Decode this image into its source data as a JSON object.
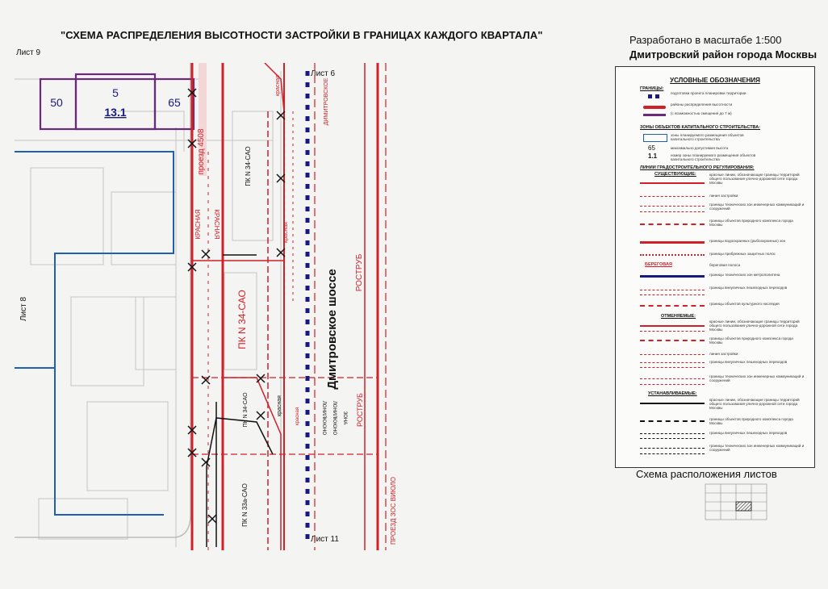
{
  "header": {
    "title": "\"СХЕМА РАСПРЕДЕЛЕНИЯ ВЫСОТНОСТИ ЗАСТРОЙКИ В ГРАНИЦАХ КАЖДОГО КВАРТАЛА\"",
    "scale_note": "Разработано в масштабе 1:500",
    "district": "Дмитровский район города Москвы"
  },
  "sheets": {
    "sheet_9": "Лист 9",
    "sheet_6": "Лист 6",
    "sheet_8": "Лист 8",
    "sheet_11": "Лист 11"
  },
  "map": {
    "block": {
      "left": "50",
      "middle_top": "5",
      "middle_bottom": "13.1",
      "right": "65"
    },
    "labels": {
      "street": "Дмитровское шоссе",
      "passage": "проезд 4508",
      "red_a": "КРАСНАЯ",
      "red_b": "КРАСНАЯ",
      "red_c": "красная",
      "red_d": "красная",
      "red_e": "красная",
      "pk1": "ПК N 34-САО",
      "pk2": "ПК N 34-САО",
      "pk3": "ПК N 34-САО",
      "pk4": "ПК N 33а-САО",
      "rostrub1": "РОСТРУБ",
      "rostrub2": "РОСТРУБ",
      "road_label": "ДИМИТРОВСКОЕ",
      "passage2": "ПРОЕЗД ЗОС ВИЮЛО",
      "near1": "ЛОНИЛЮЮНО",
      "near2": "ЛОНИЛЮЮНО",
      "near3": "ЗОНА",
      "red_f": "красная"
    }
  },
  "legend": {
    "title": "УСЛОВНЫЕ ОБОЗНАЧЕНИЯ",
    "sec_borders": "ГРАНИЦЫ:",
    "txt_project": "подготовки проекта планировки территории",
    "txt_height": "районы распределения высотности",
    "txt_height2": "(с возможностью смещения до 7 м)",
    "sec_zones": "ЗОНЫ ОБЪЕКТОВ КАПИТАЛЬНОГО СТРОИТЕЛЬСТВА:",
    "txt_zone": "зоны планируемого размещения объектов капитального строительства",
    "val_max": "65",
    "txt_max": "максимально допустимая высота",
    "val_num": "1.1",
    "txt_num": "номер зоны планируемого размещения объектов капитального строительства",
    "sec_lines": "ЛИНИИ ГРАДОСТРОИТЕЛЬНОГО РЕГУЛИРОВАНИЯ:",
    "sec_existing": "СУЩЕСТВУЮЩИЕ:",
    "txt_red": "красные линии, обозначающие границы территорий общего пользования улично-дорожной сети города Москвы",
    "txt_build": "линия застройки",
    "txt_tech": "границы технических зон инженерных коммуникаций и сооружений",
    "txt_nature": "границы объектов природного комплекса города Москвы",
    "txt_water": "границы водоохранных (рыбоохранных) зон",
    "txt_coast": "границы прибрежных защитных полос",
    "sym_coast": "БЕРЕГОВАЯ",
    "txt_coastline": "береговая полоса",
    "txt_metro": "границы технических зон метрополитена",
    "txt_walk": "границы внеуличных пешеходных переходов",
    "txt_culture": "границы объектов культурного наследия",
    "sec_cancel": "ОТМЕНЯЕМЫЕ:",
    "txt_red2": "красные линии, обозначающие границы территорий общего пользования улично-дорожной сети города Москвы",
    "txt_nature2": "границы объектов природного комплекса города Москвы",
    "txt_build2": "линия застройки",
    "txt_walk2": "границы внеуличных пешеходных переходов",
    "txt_tech2": "границы технических зон инженерных коммуникаций и сооружений",
    "sec_set": "УСТАНАВЛИВАЕМЫЕ:",
    "txt_red3": "красные линии, обозначающие границы территорий общего пользования улично-дорожной сети города Москвы",
    "txt_nature3": "границы объектов природного комплекса города Москвы",
    "txt_walk3": "границы внеуличных пешеходных переходов",
    "txt_tech3": "границы технических зон инженерных коммуникаций и сооружений"
  },
  "schema": {
    "title": "Схема расположения листов"
  },
  "colors": {
    "red": "#d0202a",
    "blue": "#1f5fb4",
    "purple": "#6b2a7a",
    "navy": "#1a1a7a",
    "grey": "#bfbfbf"
  }
}
